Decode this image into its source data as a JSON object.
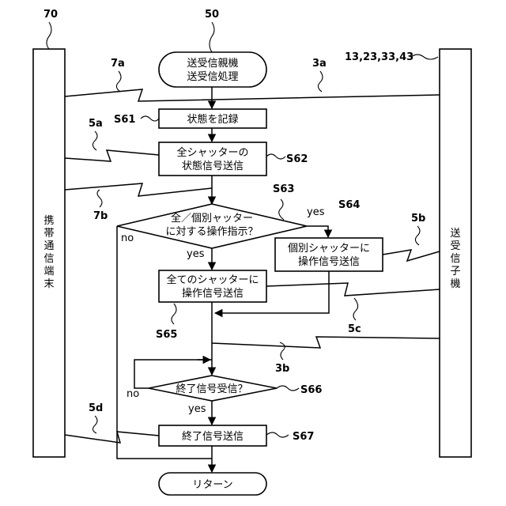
{
  "refs": {
    "r70": "70",
    "r50": "50",
    "r_handsets": "13,23,33,43",
    "r7a": "7a",
    "r3a": "3a",
    "s61": "S61",
    "r5a": "5a",
    "s62": "S62",
    "s63": "S63",
    "s64": "S64",
    "r7b": "7b",
    "r5b": "5b",
    "s65": "S65",
    "r5c": "5c",
    "r3b": "3b",
    "s66": "S66",
    "r5d": "5d",
    "s67": "S67"
  },
  "left_device": [
    "携",
    "帯",
    "通",
    "信",
    "端",
    "末"
  ],
  "right_device": [
    "送",
    "受",
    "信",
    "子",
    "機"
  ],
  "steps": {
    "start_l1": "送受信親機",
    "start_l2": "送受信処理",
    "s61": "状態を記録",
    "s62_l1": "全シャッターの",
    "s62_l2": "状態信号送信",
    "s63_l1": "全／個別ャッター",
    "s63_l2": "に対する操作指示？",
    "s64_l1": "個別シャッターに",
    "s64_l2": "操作信号送信",
    "s65_l1": "全てのシャッターに",
    "s65_l2": "操作信号送信",
    "s66": "終了信号受信？",
    "s67": "終了信号送信",
    "end": "リターン"
  },
  "branches": {
    "s63_yes_right": "yes",
    "s63_yes_down": "yes",
    "s63_no": "no",
    "s66_no": "no",
    "s66_yes": "yes"
  }
}
